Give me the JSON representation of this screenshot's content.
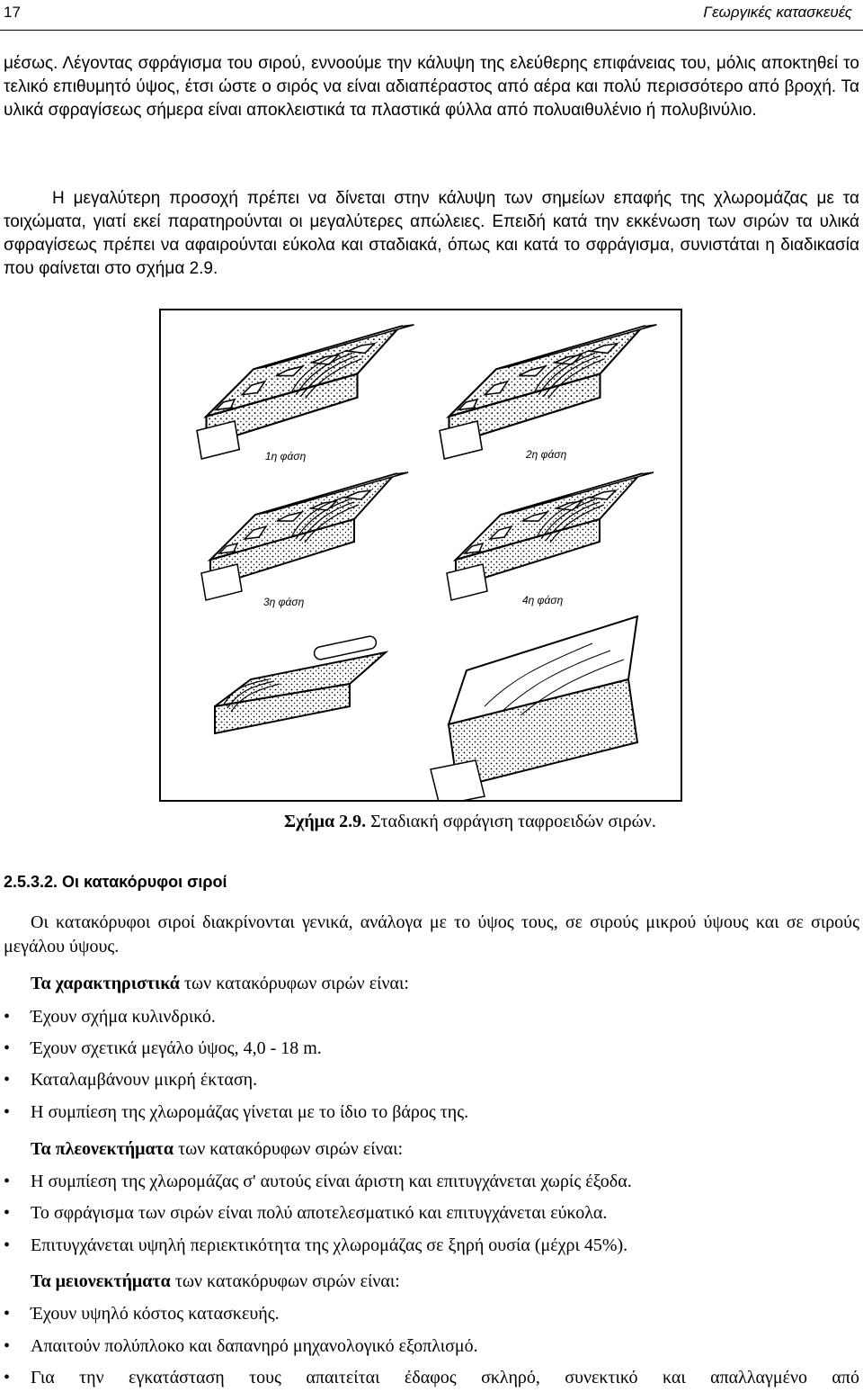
{
  "header": {
    "page_number": "17",
    "title": "Γεωργικές κατασκευές"
  },
  "paragraphs": {
    "p1": "μέσως. Λέγοντας σφράγισμα του σιρού, εννοούμε την κάλυψη της ελεύθερης επιφάνειας του, μόλις αποκτηθεί το τελικό επιθυμητό ύψος, έτσι ώστε ο σιρός να είναι αδιαπέραστος από αέρα και πολύ περισσότερο από βροχή. Τα υλικά σφραγίσεως σήμερα είναι αποκλειστικά τα πλαστικά φύλλα από πολυαιθυλένιο ή πολυβινύλιο.",
    "p2": "Η μεγαλύτερη προσοχή πρέπει να δίνεται στην κάλυψη των σημείων επαφής της χλωρομάζας με τα τοιχώματα, γιατί εκεί παρατηρούνται οι μεγαλύτερες απώλειες. Επειδή κατά την εκκένωση των σιρών τα υλικά σφραγίσεως πρέπει να αφαιρούνται εύκολα και σταδιακά, όπως και κατά το σφράγισμα, συνιστάται η διαδικασία που φαίνεται στο σχήμα 2.9."
  },
  "figure": {
    "phases": [
      "1η φάση",
      "2η φάση",
      "3η φάση",
      "4η φάση"
    ],
    "caption_label": "Σχήμα 2.9.",
    "caption_text": " Σταδιακή σφράγιση ταφροειδών σιρών."
  },
  "section": {
    "heading": "2.5.3.2. Οι κατακόρυφοι σιροί",
    "intro": "Οι κατακόρυφοι σιροί διακρίνονται γενικά, ανάλογα με το ύψος τους, σε σιρούς μικρού ύψους και σε σιρούς μεγάλου ύψους.",
    "characteristics": {
      "label": "Τα χαρακτηριστικά",
      "rest": " των κατακόρυφων σιρών είναι:",
      "items": [
        "Έχουν σχήμα κυλινδρικό.",
        "Έχουν σχετικά μεγάλο ύψος, 4,0 - 18 m.",
        "Καταλαμβάνουν μικρή έκταση.",
        "Η συμπίεση της χλωρομάζας γίνεται με το ίδιο το βάρος της."
      ]
    },
    "advantages": {
      "label": "Τα πλεονεκτήματα",
      "rest": " των κατακόρυφων σιρών είναι:",
      "items": [
        "Η συμπίεση της χλωρομάζας σ' αυτούς είναι άριστη και επιτυγχάνεται χωρίς έξοδα.",
        "Το σφράγισμα των σιρών είναι πολύ αποτελεσματικό και επιτυγχάνεται εύκολα.",
        "Επιτυγχάνεται υψηλή περιεκτικότητα της χλωρομάζας σε ξηρή ουσία (μέχρι 45%)."
      ]
    },
    "disadvantages": {
      "label": "Τα μειονεκτήματα",
      "rest": " των κατακόρυφων σιρών είναι:",
      "items": [
        "Έχουν υψηλό κόστος κατασκευής.",
        "Απαιτούν πολύπλοκο και δαπανηρό μηχανολογικό εξοπλισμό.",
        "Για την εγκατάσταση τους απαιτείται έδαφος σκληρό, συνεκτικό και απαλλαγμένο από"
      ]
    }
  }
}
